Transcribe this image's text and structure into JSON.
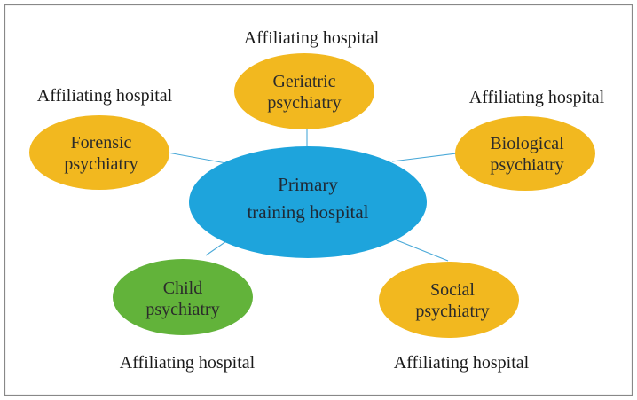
{
  "center": {
    "line1": "Primary",
    "line2": "training  hospital",
    "color": "#1ea4dc"
  },
  "nodes": [
    {
      "id": "geriatric",
      "line1": "Geriatric",
      "line2": "psychiatry",
      "caption": "Affiliating hospital",
      "color": "#f2b81f"
    },
    {
      "id": "forensic",
      "line1": "Forensic",
      "line2": "psychiatry",
      "caption": "Affiliating hospital",
      "color": "#f2b81f"
    },
    {
      "id": "biological",
      "line1": "Biological",
      "line2": "psychiatry",
      "caption": "Affiliating hospital",
      "color": "#f2b81f"
    },
    {
      "id": "child",
      "line1": "Child",
      "line2": "psychiatry",
      "caption": "Affiliating hospital",
      "color": "#62b33a"
    },
    {
      "id": "social",
      "line1": "Social",
      "line2": "psychiatry",
      "caption": "Affiliating hospital",
      "color": "#f2b81f"
    }
  ],
  "connector_color": "#4aa9d8",
  "border_color": "#888888"
}
